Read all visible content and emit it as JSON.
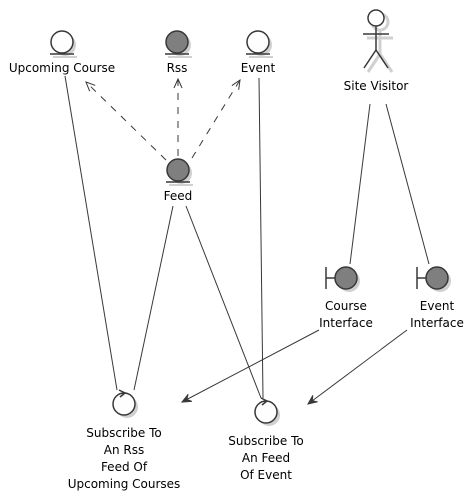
{
  "diagram_type": "robustness",
  "colors": {
    "entity_fill": "#fefefe",
    "entity_dark_fill": "#7f7f7f",
    "stroke": "#383838",
    "shadow": "#d0d0d0",
    "text": "#000000"
  },
  "nodes": {
    "upcoming_course": {
      "kind": "entity",
      "fill": "light",
      "label": [
        "Upcoming Course"
      ]
    },
    "rss": {
      "kind": "entity",
      "fill": "dark",
      "label": [
        "Rss"
      ]
    },
    "event": {
      "kind": "entity",
      "fill": "light",
      "label": [
        "Event"
      ]
    },
    "site_visitor": {
      "kind": "actor",
      "label": [
        "Site Visitor"
      ]
    },
    "feed": {
      "kind": "entity",
      "fill": "dark",
      "label": [
        "Feed"
      ]
    },
    "course_interface": {
      "kind": "boundary",
      "label": [
        "Course",
        "Interface"
      ]
    },
    "event_interface": {
      "kind": "boundary",
      "label": [
        "Event",
        "Interface"
      ]
    },
    "subscribe_rss": {
      "kind": "control",
      "label": [
        "Subscribe To",
        "An Rss",
        "Feed Of",
        "Upcoming Courses"
      ]
    },
    "subscribe_event": {
      "kind": "control",
      "label": [
        "Subscribe To",
        "An Feed",
        "Of Event"
      ]
    }
  },
  "edges": [
    {
      "from": "feed",
      "to": "upcoming_course",
      "style": "dashed",
      "arrow": "open"
    },
    {
      "from": "feed",
      "to": "rss",
      "style": "dashed",
      "arrow": "open"
    },
    {
      "from": "feed",
      "to": "event",
      "style": "dashed",
      "arrow": "open"
    },
    {
      "from": "upcoming_course",
      "to": "subscribe_rss",
      "style": "solid",
      "arrow": "none"
    },
    {
      "from": "feed",
      "to": "subscribe_rss",
      "style": "solid",
      "arrow": "none"
    },
    {
      "from": "feed",
      "to": "subscribe_event",
      "style": "solid",
      "arrow": "none"
    },
    {
      "from": "event",
      "to": "subscribe_event",
      "style": "solid",
      "arrow": "none"
    },
    {
      "from": "site_visitor",
      "to": "course_interface",
      "style": "solid",
      "arrow": "none"
    },
    {
      "from": "site_visitor",
      "to": "event_interface",
      "style": "solid",
      "arrow": "none"
    },
    {
      "from": "course_interface",
      "to": "subscribe_rss",
      "style": "solid",
      "arrow": "filled"
    },
    {
      "from": "event_interface",
      "to": "subscribe_event",
      "style": "solid",
      "arrow": "filled"
    }
  ]
}
